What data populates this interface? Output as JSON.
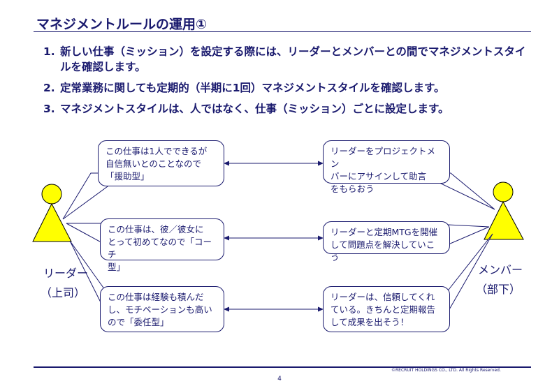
{
  "slide": {
    "title": "マネジメントルールの運用①",
    "points": [
      {
        "num": "1.",
        "text": "新しい仕事（ミッション）を設定する際には、リーダーとメンバーとの間でマネジメントスタイルを確認します。"
      },
      {
        "num": "2.",
        "text": "定常業務に関しても定期的（半期に1回）マネジメントスタイルを確認します。"
      },
      {
        "num": "3.",
        "text": "マネジメントスタイルは、人ではなく、仕事（ミッション）ごとに設定します。"
      }
    ]
  },
  "leader": {
    "name": "リーダー",
    "role": "（上司）"
  },
  "member": {
    "name": "メンバー",
    "role": "（部下）"
  },
  "leader_bubbles": [
    "この仕事は1人でできるが\n自信無いとのことなので\n「援助型」",
    "この仕事は、彼／彼女に\nとって初めてなので「コーチ\n型」",
    "この仕事は経験も積んだ\nし、モチベーションも高い\nので「委任型」"
  ],
  "member_bubbles": [
    "リーダーをプロジェクトメン\nバーにアサインして助言\nをもらおう",
    "リーダーと定期MTGを開催\nして問題点を解決していこう",
    "リーダーは、信頼してくれ\nている。きちんと定期報告\nして成果を出そう！"
  ],
  "footer": {
    "copyright": "©RECRUIT HOLDINGS CO., LTD. All Rights Reserved.",
    "page": "4"
  },
  "colors": {
    "text": "#1a1a6e",
    "figure": "#ffff00",
    "outline": "#000000"
  }
}
